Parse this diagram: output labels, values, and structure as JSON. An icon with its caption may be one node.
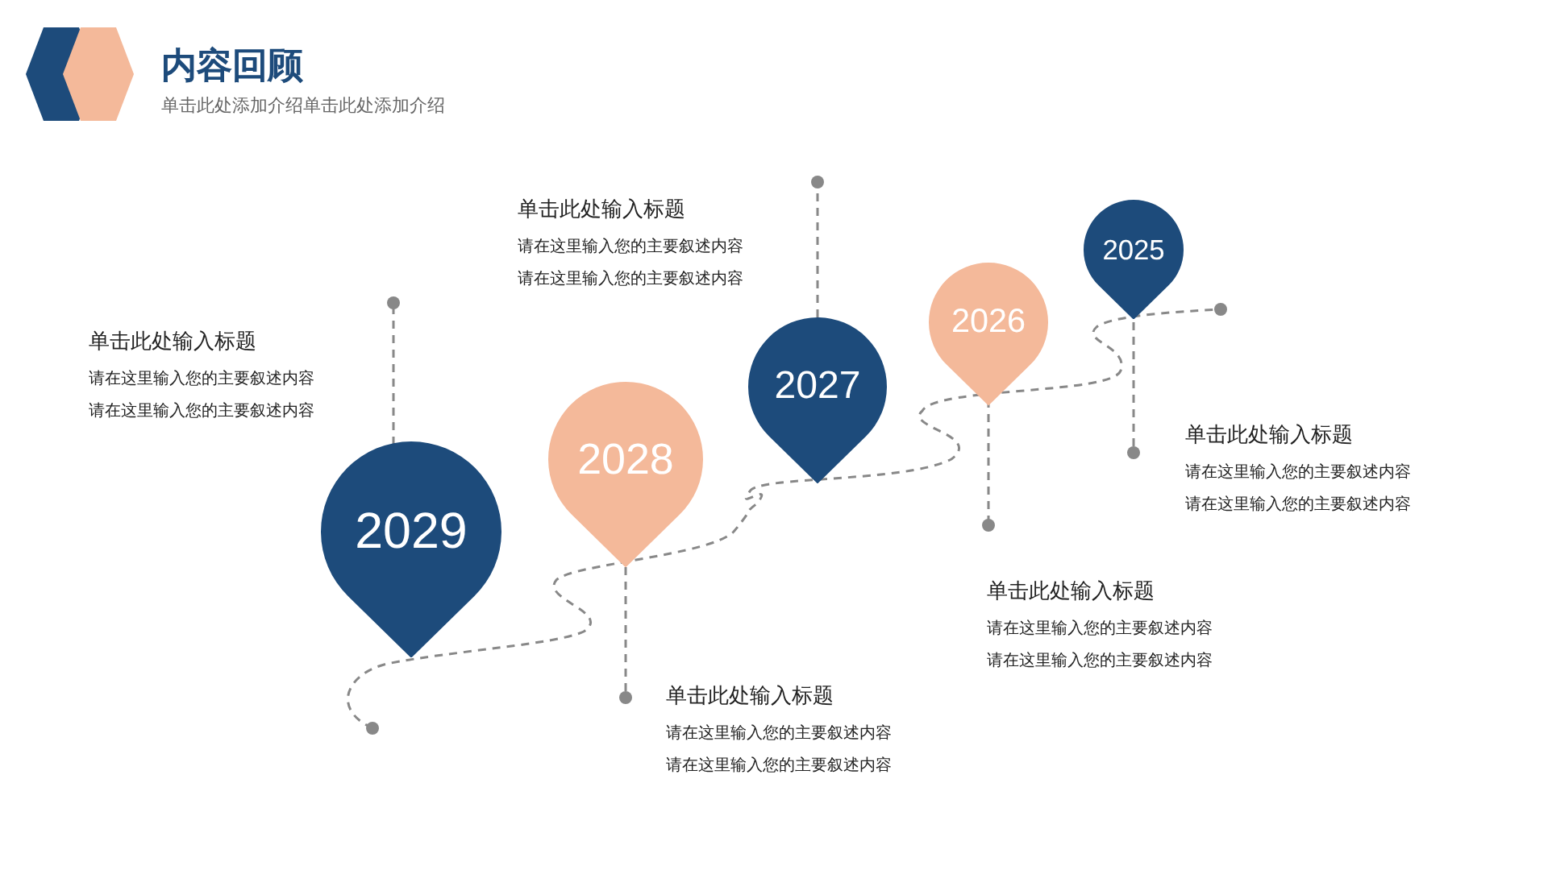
{
  "diagram": {
    "title": "内容回顾",
    "caption": "单击此处添加介绍单击此处添加介绍",
    "nodes": [
      {
        "text": [
          "2029"
        ]
      },
      {
        "text": [
          "2028"
        ]
      },
      {
        "text": [
          "2027"
        ]
      },
      {
        "text": [
          "2026"
        ]
      },
      {
        "text": [
          "2025"
        ]
      },
      {
        "text": [
          "单击此处输入标题",
          "请在这里输入您的主要叙述内容",
          "请在这里输入您的主要叙述内容"
        ]
      },
      {
        "text": [
          "单击此处输入标题",
          "请在这里输入您的主要叙述内容",
          "请在这里输入您的主要叙述内容"
        ]
      },
      {
        "text": [
          "单击此处输入标题",
          "请在这里输入您的主要叙述内容",
          "请在这里输入您的主要叙述内容"
        ]
      },
      {
        "text": [
          "单击此处输入标题",
          "请在这里输入您的主要叙述内容",
          "请在这里输入您的主要叙述内容"
        ]
      },
      {
        "text": [
          "单击此处输入标题",
          "请在这里输入您的主要叙述内容",
          "请在这里输入您的主要叙述内容"
        ]
      }
    ],
    "edges": [
      {
        "from": 0,
        "to": 5,
        "arrow": "other",
        "style": "dashed"
      },
      {
        "from": 1,
        "to": 6,
        "arrow": "other",
        "style": "dashed"
      },
      {
        "from": 2,
        "to": 7,
        "arrow": "other",
        "style": "dashed"
      },
      {
        "from": 3,
        "to": 8,
        "arrow": "other",
        "style": "dashed"
      },
      {
        "from": 4,
        "to": 9,
        "arrow": "other",
        "style": "dashed"
      }
    ]
  }
}
